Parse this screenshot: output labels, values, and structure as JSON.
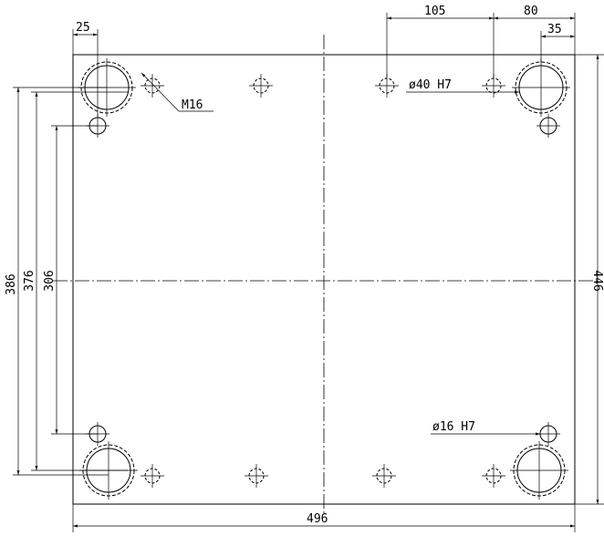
{
  "drawing": {
    "dimensions": {
      "overall_width": "496",
      "overall_height": "446",
      "hole_spacing_1": "105",
      "hole_spacing_2": "80",
      "offset_right": "35",
      "offset_left": "25",
      "span_386": "386",
      "span_376": "376",
      "span_306": "306"
    },
    "callouts": {
      "thread": "M16",
      "bore": "ø40 H7",
      "pin": "ø16 H7"
    }
  }
}
